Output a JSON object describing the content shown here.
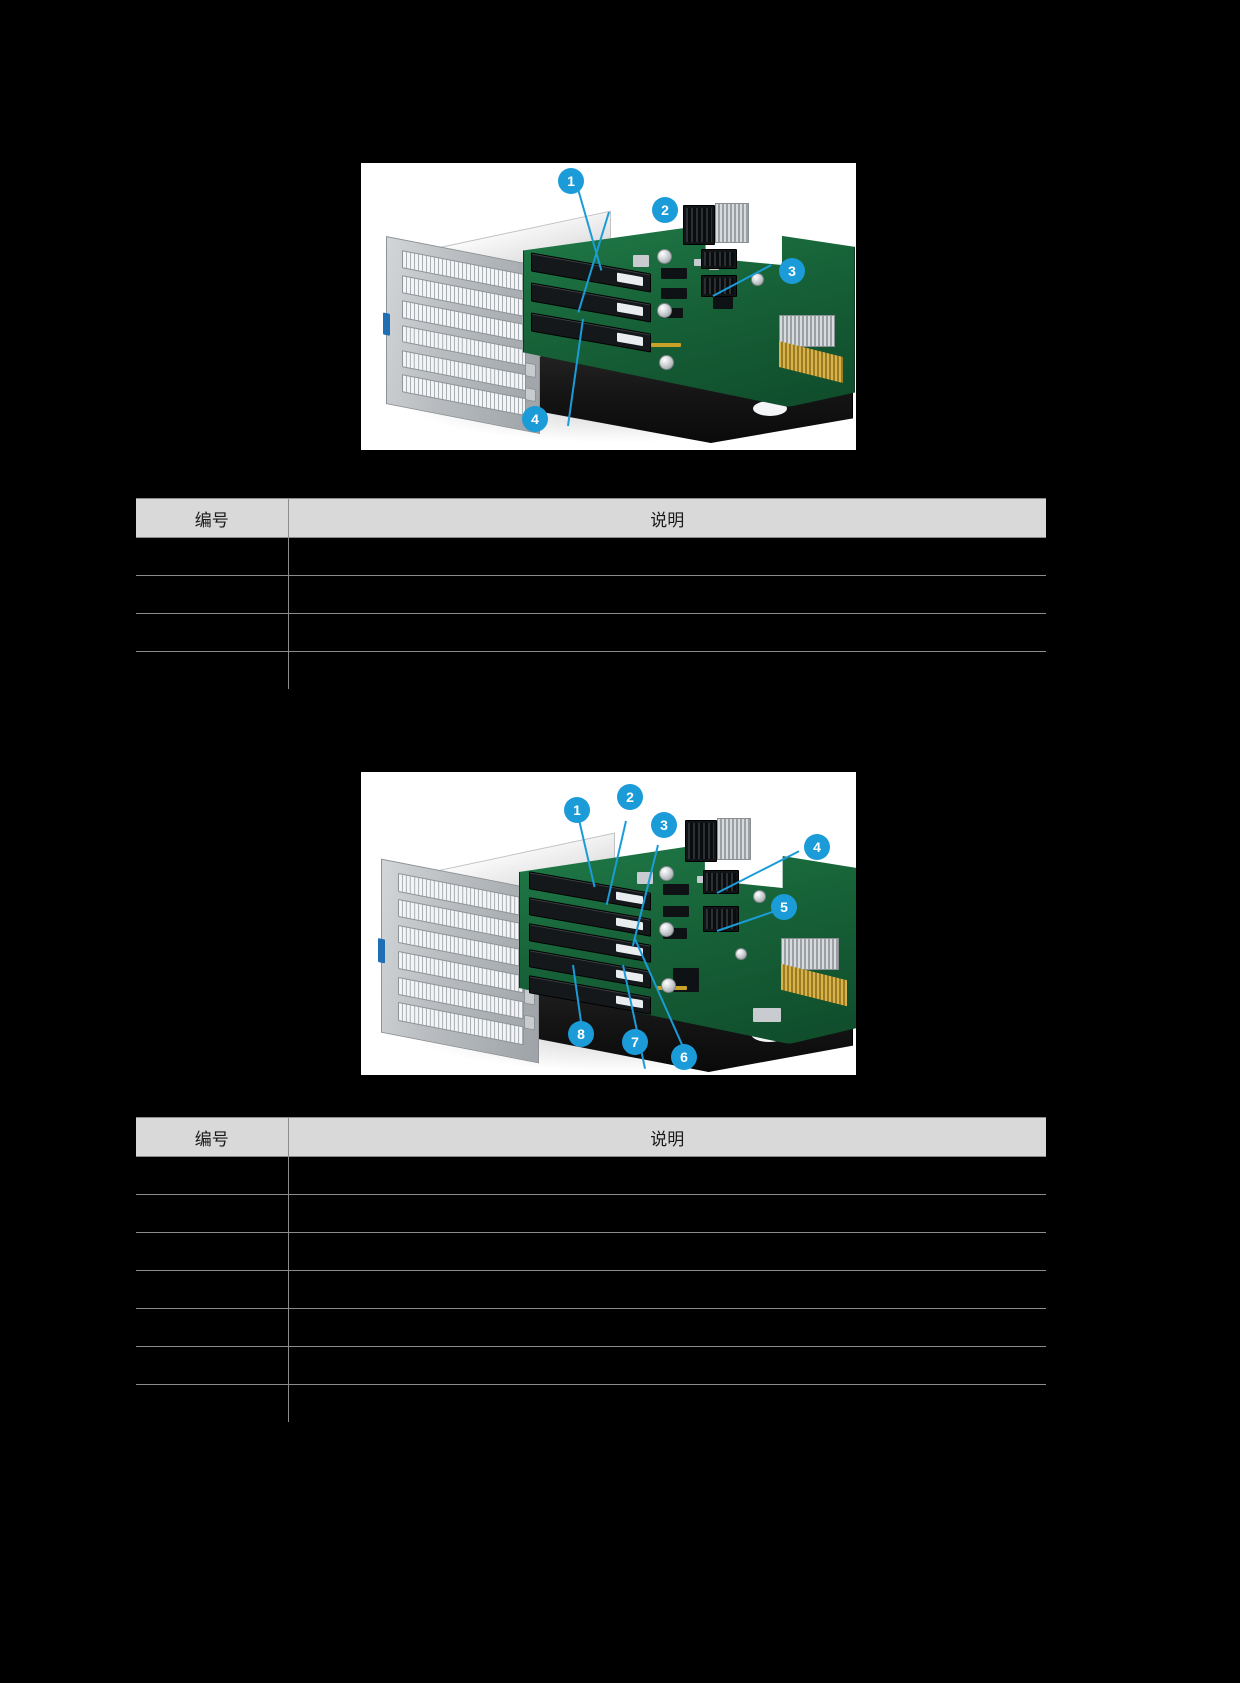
{
  "page": {
    "background_color": "#000000",
    "accent_color": "#1b9cd8",
    "table_header_color": "#d9d9d9",
    "rule_color": "#8c8c8c"
  },
  "sections": [
    {
      "id": "section-1",
      "figure": {
        "name": "riser-cage-assembly-figure-1",
        "alt": "PCIe riser cage assembly with four numbered callouts",
        "callouts": [
          {
            "label": "1"
          },
          {
            "label": "2"
          },
          {
            "label": "3"
          },
          {
            "label": "4"
          }
        ]
      },
      "table": {
        "name": "callout-description-table-1",
        "columns": [
          {
            "key": "number",
            "header": "编号"
          },
          {
            "key": "description",
            "header": "说明"
          }
        ],
        "rows": [
          {
            "number": "",
            "description": ""
          },
          {
            "number": "",
            "description": ""
          },
          {
            "number": "",
            "description": ""
          },
          {
            "number": "",
            "description": ""
          }
        ]
      }
    },
    {
      "id": "section-2",
      "figure": {
        "name": "riser-cage-assembly-figure-2",
        "alt": "PCIe riser cage assembly with eight numbered callouts",
        "callouts": [
          {
            "label": "1"
          },
          {
            "label": "2"
          },
          {
            "label": "3"
          },
          {
            "label": "4"
          },
          {
            "label": "5"
          },
          {
            "label": "6"
          },
          {
            "label": "7"
          },
          {
            "label": "8"
          }
        ]
      },
      "table": {
        "name": "callout-description-table-2",
        "columns": [
          {
            "key": "number",
            "header": "编号"
          },
          {
            "key": "description",
            "header": "说明"
          }
        ],
        "rows": [
          {
            "number": "",
            "description": ""
          },
          {
            "number": "",
            "description": ""
          },
          {
            "number": "",
            "description": ""
          },
          {
            "number": "",
            "description": ""
          },
          {
            "number": "",
            "description": ""
          },
          {
            "number": "",
            "description": ""
          },
          {
            "number": "",
            "description": ""
          }
        ]
      }
    }
  ]
}
